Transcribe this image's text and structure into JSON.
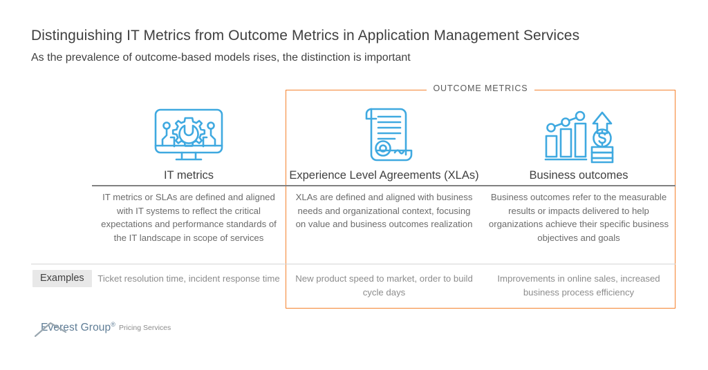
{
  "header": {
    "title": "Distinguishing IT Metrics from Outcome Metrics in Application Management Services",
    "subtitle": "As the prevalence of outcome-based models rises, the distinction is important"
  },
  "outcome_frame": {
    "label": "OUTCOME METRICS",
    "border_color": "#F5822D"
  },
  "theme": {
    "icon_color": "#3FA9E0",
    "header_rule_color": "#808080",
    "light_rule_color": "#D4D4D4",
    "title_color": "#404040",
    "body_text_color": "#6B6B6B",
    "example_text_color": "#8C8C8C",
    "badge_background": "#E8E8E8"
  },
  "columns": [
    {
      "id": "it",
      "icon": "monitor-gear-wrench-icon",
      "header": "IT metrics",
      "description": "IT metrics or SLAs are defined and aligned with IT systems to reflect the critical expectations and performance standards of the IT landscape in scope of services",
      "example": "Ticket resolution time, incident response time",
      "in_outcome_frame": false
    },
    {
      "id": "xla",
      "icon": "contract-scroll-seal-icon",
      "header": "Experience Level Agreements (XLAs)",
      "description": "XLAs are defined and aligned with business needs and organizational context, focusing on value and business outcomes realization",
      "example": "New product speed to market, order to build cycle days",
      "in_outcome_frame": true
    },
    {
      "id": "bus",
      "icon": "bar-chart-growth-dollar-icon",
      "header": "Business outcomes",
      "description": "Business outcomes refer to the measurable results or impacts delivered to help organizations achieve their specific business objectives and goals",
      "example": "Improvements in online sales, increased business process efficiency",
      "in_outcome_frame": true
    }
  ],
  "rows": {
    "examples_label": "Examples"
  },
  "footer": {
    "logo_name": "Everest Group",
    "logo_registered": "®",
    "logo_tagline": "Pricing Services",
    "logo_mark": "mountain-peak-icon"
  }
}
